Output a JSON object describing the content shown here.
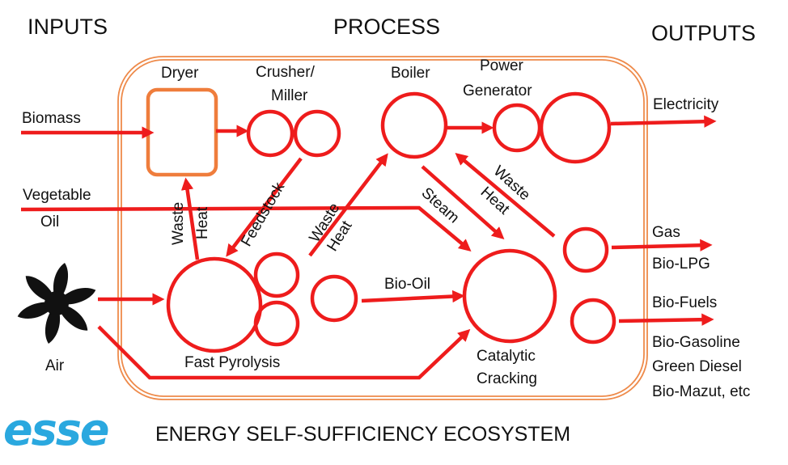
{
  "headers": {
    "inputs": "INPUTS",
    "process": "PROCESS",
    "outputs": "OUTPUTS"
  },
  "components": {
    "dryer": "Dryer",
    "crusher_line1": "Crusher/",
    "crusher_line2": "Miller",
    "boiler": "Boiler",
    "power_line1": "Power",
    "power_line2": "Generator",
    "fast_pyrolysis": "Fast Pyrolysis",
    "catalytic_line1": "Catalytic",
    "catalytic_line2": "Cracking"
  },
  "inputs": {
    "biomass": "Biomass",
    "vegetable_line1": "Vegetable",
    "vegetable_line2": "Oil",
    "air": "Air"
  },
  "flows": {
    "waste": "Waste",
    "heat": "Heat",
    "feedstock": "Feedstock",
    "steam": "Steam",
    "bio_oil": "Bio-Oil"
  },
  "outputs": {
    "electricity": "Electricity",
    "gas": "Gas",
    "bio_lpg": "Bio-LPG",
    "bio_fuels": "Bio-Fuels",
    "bio_gasoline": "Bio-Gasoline",
    "green_diesel": "Green Diesel",
    "bio_mazut": "Bio-Mazut, etc"
  },
  "footer": {
    "logo": "esse",
    "tagline": "ENERGY SELF-SUFFICIENCY ECOSYSTEM"
  },
  "colors": {
    "flow": "#ee1c1c",
    "frame": "#ee8a4a",
    "logo": "#2aa8df",
    "text": "#111111"
  }
}
